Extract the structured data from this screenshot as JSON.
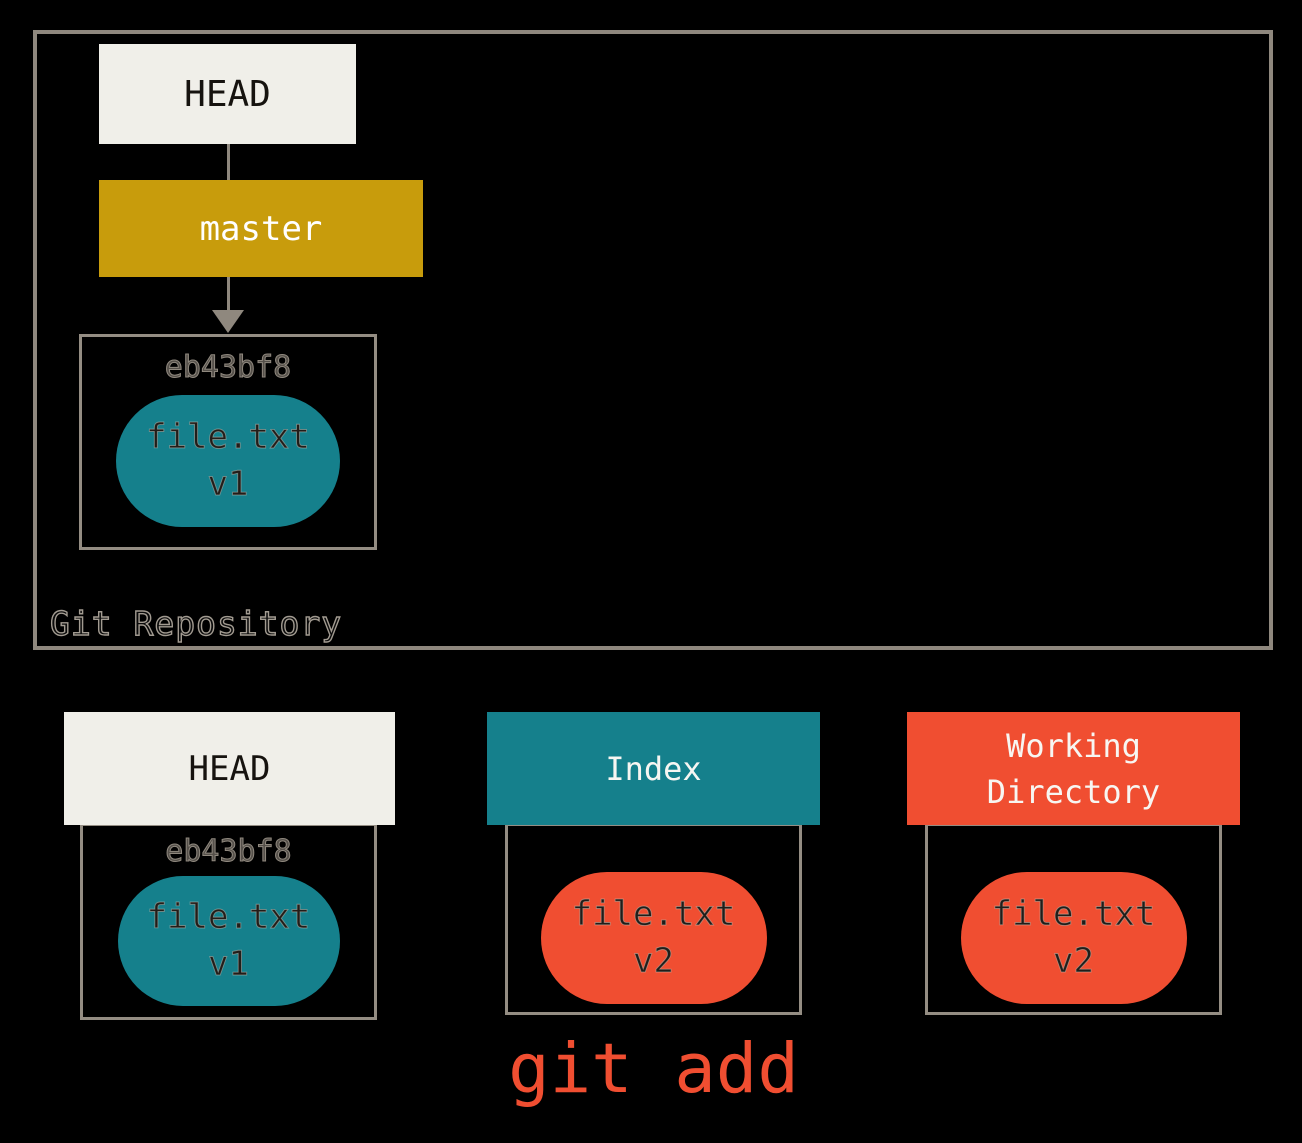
{
  "colors": {
    "background": "#000000",
    "box_border": "#8f887e",
    "cream": "#f0efe9",
    "gold": "#c89c0c",
    "teal": "#15808c",
    "orange": "#f04e31",
    "dark_text": "#211d19",
    "light_text": "#ffffff"
  },
  "repository": {
    "label": "Git Repository",
    "head_box": {
      "label": "HEAD"
    },
    "branch_box": {
      "label": "master"
    },
    "commit": {
      "hash": "eb43bf8",
      "file_name": "file.txt",
      "file_version": "v1"
    }
  },
  "areas": [
    {
      "title": "HEAD",
      "hash": "eb43bf8",
      "file_name": "file.txt",
      "file_version": "v1"
    },
    {
      "title": "Index",
      "file_name": "file.txt",
      "file_version": "v2"
    },
    {
      "title": "Working Directory",
      "file_name": "file.txt",
      "file_version": "v2"
    }
  ],
  "command": {
    "label": "git add"
  }
}
